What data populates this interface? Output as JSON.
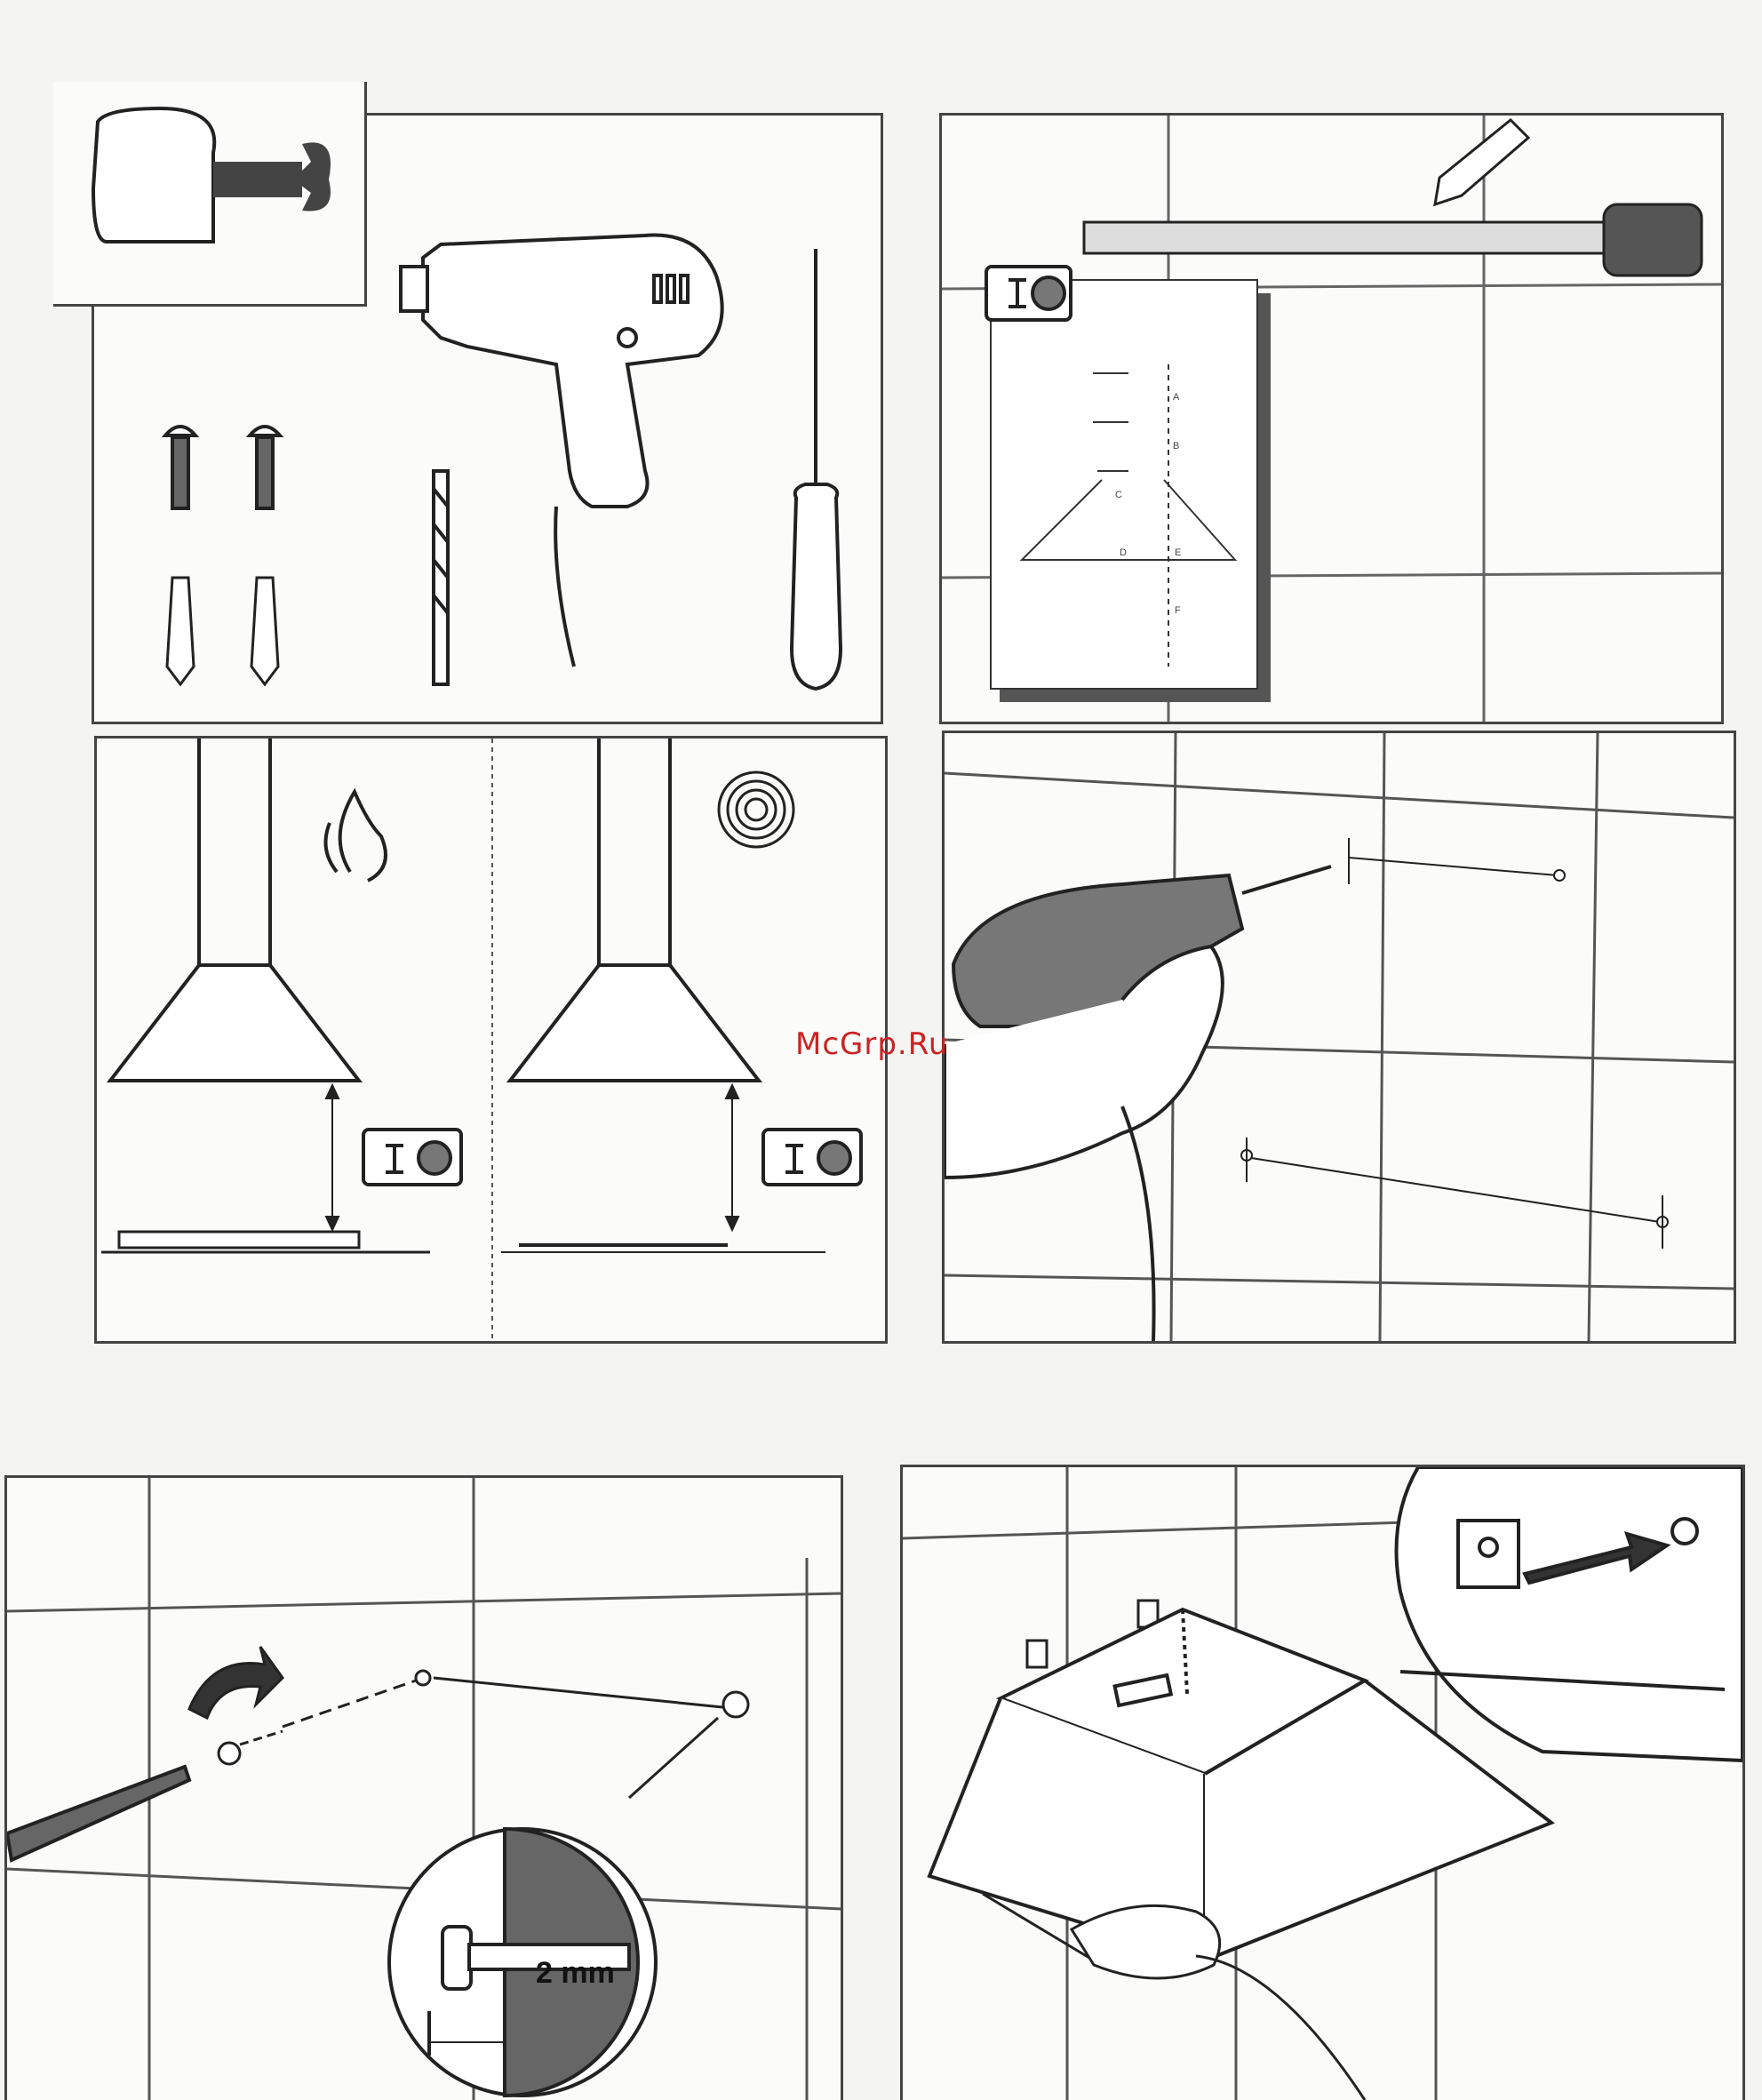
{
  "watermark": "McGrp.Ru",
  "gap_label": "2 mm",
  "template_letters": [
    "A",
    "B",
    "C",
    "D",
    "E",
    "F"
  ],
  "icons": {
    "tools_header": "wrench-hand-icon",
    "gas": "flame-icon",
    "electric": "spiral-hotplate-icon",
    "manual": "instruction-manual-icon"
  },
  "colors": {
    "ink": "#222222",
    "panel_bg": "#fbfbfa",
    "watermark": "#cc2222",
    "grid": "#555555"
  }
}
